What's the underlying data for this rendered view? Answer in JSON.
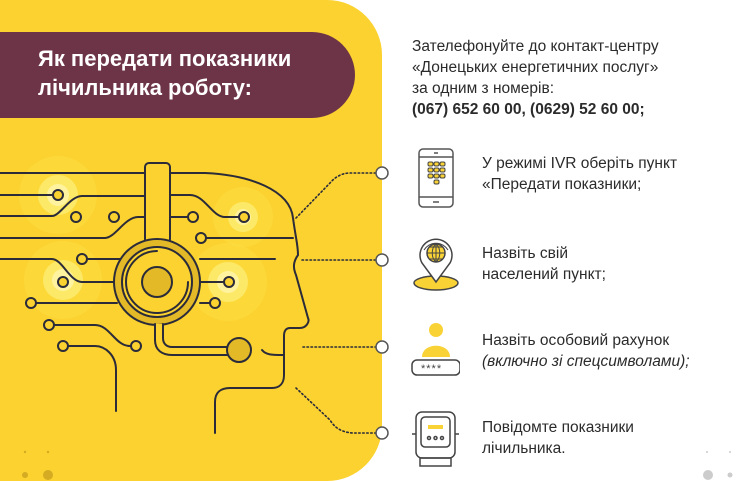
{
  "title": "Як передати показники лічильника роботу:",
  "title_lines": [
    "Як передати показники",
    "лічильника роботу:"
  ],
  "intro": {
    "lines": [
      "Зателефонуйте до контакт-центру",
      "«Донецьких енергетичних послуг»",
      "за одним з номерів:"
    ],
    "phones": "(067) 652 60 00, (0629) 52 60 00;"
  },
  "steps": [
    {
      "icon": "phone-keypad-icon",
      "lines": [
        "У режимі IVR оберіть пункт",
        "«Передати показники;"
      ]
    },
    {
      "icon": "location-globe-pin-icon",
      "lines": [
        "Назвіть свій",
        "населений пункт;"
      ]
    },
    {
      "icon": "user-password-icon",
      "lines": [
        "Назвіть особовий рахунок",
        "(включно зі спецсимволами);"
      ],
      "password_mask": "****"
    },
    {
      "icon": "electric-meter-icon",
      "lines": [
        "Повідомте показники",
        "лічильника."
      ]
    }
  ],
  "colors": {
    "yellow": "#fbd22f",
    "maroon": "#6d3448",
    "ink": "#2b2b3a",
    "accent_yellow": "#f9d236"
  }
}
